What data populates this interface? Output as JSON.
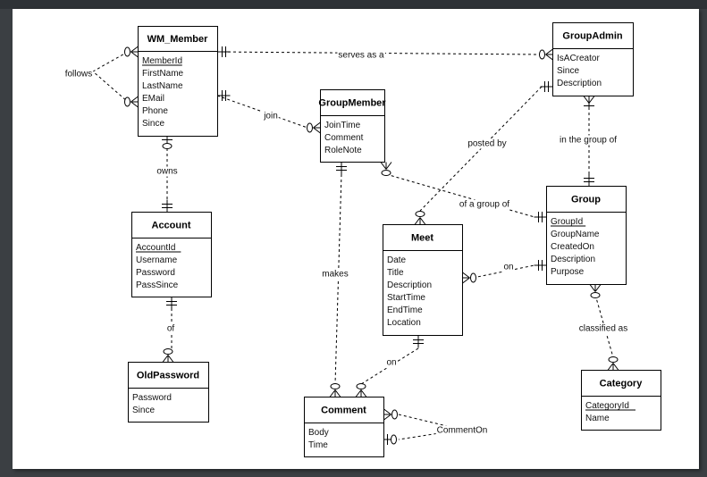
{
  "diagram": {
    "type": "entity-relationship",
    "notation": "crow's foot",
    "entities": [
      {
        "id": "wm_member",
        "name": "WM_Member",
        "attributes": [
          {
            "name": "MemberId",
            "key": true
          },
          {
            "name": "FirstName"
          },
          {
            "name": "LastName"
          },
          {
            "name": "EMail"
          },
          {
            "name": "Phone"
          },
          {
            "name": "Since"
          }
        ]
      },
      {
        "id": "groupadmin",
        "name": "GroupAdmin",
        "attributes": [
          {
            "name": "IsACreator"
          },
          {
            "name": "Since"
          },
          {
            "name": "Description"
          }
        ]
      },
      {
        "id": "groupmember",
        "name": "GroupMember",
        "attributes": [
          {
            "name": "JoinTime"
          },
          {
            "name": "Comment"
          },
          {
            "name": "RoleNote"
          }
        ]
      },
      {
        "id": "account",
        "name": "Account",
        "attributes": [
          {
            "name": "AccountId",
            "key": true
          },
          {
            "name": "Username"
          },
          {
            "name": "Password"
          },
          {
            "name": "PassSince"
          }
        ]
      },
      {
        "id": "group",
        "name": "Group",
        "attributes": [
          {
            "name": "GroupId",
            "key": true
          },
          {
            "name": "GroupName"
          },
          {
            "name": "CreatedOn"
          },
          {
            "name": "Description"
          },
          {
            "name": "Purpose"
          }
        ]
      },
      {
        "id": "meet",
        "name": "Meet",
        "attributes": [
          {
            "name": "Date"
          },
          {
            "name": "Title"
          },
          {
            "name": "Description"
          },
          {
            "name": "StartTime"
          },
          {
            "name": "EndTime"
          },
          {
            "name": "Location"
          }
        ]
      },
      {
        "id": "oldpassword",
        "name": "OldPassword",
        "attributes": [
          {
            "name": "Password"
          },
          {
            "name": "Since"
          }
        ]
      },
      {
        "id": "comment",
        "name": "Comment",
        "attributes": [
          {
            "name": "Body"
          },
          {
            "name": "Time"
          }
        ]
      },
      {
        "id": "category",
        "name": "Category",
        "attributes": [
          {
            "name": "CategoryId",
            "key": true
          },
          {
            "name": "Name"
          }
        ]
      }
    ],
    "relationships": [
      {
        "id": "follows",
        "label": "follows",
        "from": "wm_member",
        "from_card": "zero-or-many",
        "to": "wm_member",
        "to_card": "zero-or-many"
      },
      {
        "id": "serves_as_a",
        "label": "serves as a",
        "from": "wm_member",
        "from_card": "one-and-only-one",
        "to": "groupadmin",
        "to_card": "zero-or-many"
      },
      {
        "id": "join",
        "label": "join",
        "from": "wm_member",
        "from_card": "one-and-only-one",
        "to": "groupmember",
        "to_card": "zero-or-many"
      },
      {
        "id": "owns",
        "label": "owns",
        "from": "wm_member",
        "from_card": "zero-or-one",
        "to": "account",
        "to_card": "one-and-only-one"
      },
      {
        "id": "of",
        "label": "of",
        "from": "account",
        "from_card": "one-and-only-one",
        "to": "oldpassword",
        "to_card": "zero-or-many"
      },
      {
        "id": "posted_by",
        "label": "posted by",
        "from": "groupadmin",
        "from_card": "one-and-only-one",
        "to": "meet",
        "to_card": "zero-or-many"
      },
      {
        "id": "in_the_group_of",
        "label": "in the group of",
        "from": "groupadmin",
        "from_card": "one-or-many",
        "to": "group",
        "to_card": "one-and-only-one"
      },
      {
        "id": "of_a_group_of",
        "label": "of a group of",
        "from": "groupmember",
        "from_card": "zero-or-many",
        "to": "group",
        "to_card": "one-and-only-one"
      },
      {
        "id": "makes",
        "label": "makes",
        "from": "groupmember",
        "from_card": "one-and-only-one",
        "to": "comment",
        "to_card": "zero-or-many"
      },
      {
        "id": "meet_on",
        "label": "on",
        "from": "meet",
        "from_card": "zero-or-many",
        "to": "group",
        "to_card": "one-and-only-one"
      },
      {
        "id": "comment_on",
        "label": "on",
        "from": "meet",
        "from_card": "one-and-only-one",
        "to": "comment",
        "to_card": "zero-or-many"
      },
      {
        "id": "classified_as",
        "label": "classified as",
        "from": "group",
        "from_card": "zero-or-many",
        "to": "category",
        "to_card": "zero-or-many"
      },
      {
        "id": "commenton",
        "label": "CommentOn",
        "from": "comment",
        "from_card": "zero-or-many",
        "to": "comment",
        "to_card": "zero-or-one"
      }
    ]
  }
}
